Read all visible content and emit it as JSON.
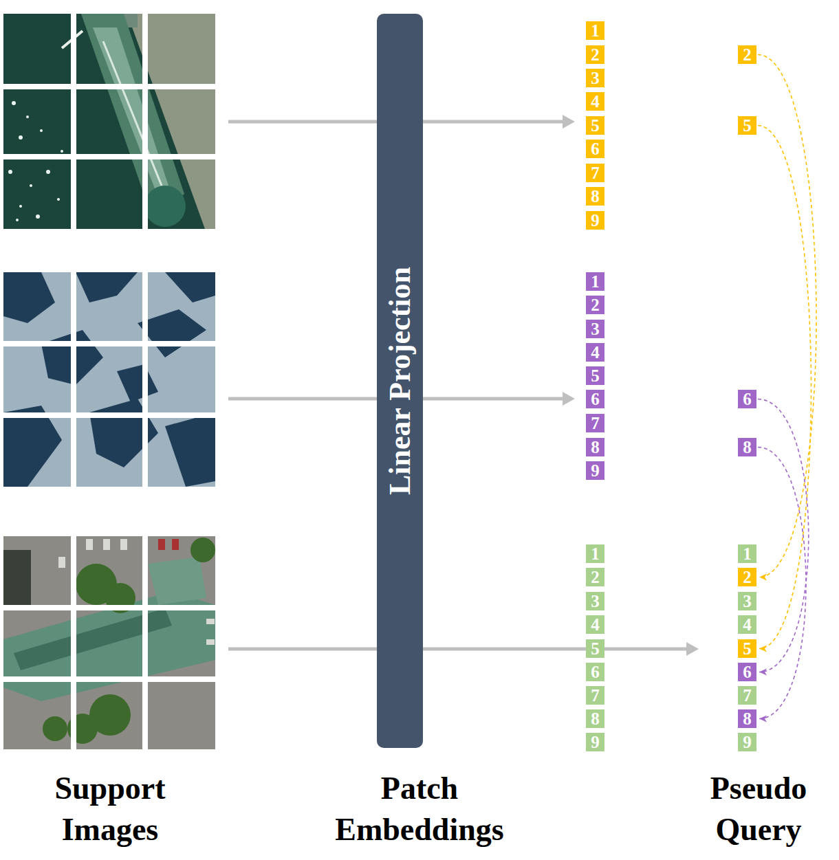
{
  "diagram": {
    "nodes": [
      {
        "text": [
          "Linear Projection"
        ]
      },
      {
        "text": [
          "1"
        ]
      },
      {
        "text": [
          "2"
        ]
      },
      {
        "text": [
          "3"
        ]
      },
      {
        "text": [
          "4"
        ]
      },
      {
        "text": [
          "5"
        ]
      },
      {
        "text": [
          "6"
        ]
      },
      {
        "text": [
          "7"
        ]
      },
      {
        "text": [
          "8"
        ]
      },
      {
        "text": [
          "9"
        ]
      },
      {
        "text": [
          "1"
        ]
      },
      {
        "text": [
          "2"
        ]
      },
      {
        "text": [
          "3"
        ]
      },
      {
        "text": [
          "4"
        ]
      },
      {
        "text": [
          "5"
        ]
      },
      {
        "text": [
          "6"
        ]
      },
      {
        "text": [
          "7"
        ]
      },
      {
        "text": [
          "8"
        ]
      },
      {
        "text": [
          "9"
        ]
      },
      {
        "text": [
          "1"
        ]
      },
      {
        "text": [
          "2"
        ]
      },
      {
        "text": [
          "3"
        ]
      },
      {
        "text": [
          "4"
        ]
      },
      {
        "text": [
          "5"
        ]
      },
      {
        "text": [
          "6"
        ]
      },
      {
        "text": [
          "7"
        ]
      },
      {
        "text": [
          "8"
        ]
      },
      {
        "text": [
          "9"
        ]
      },
      {
        "text": [
          "2"
        ]
      },
      {
        "text": [
          "5"
        ]
      },
      {
        "text": [
          "6"
        ]
      },
      {
        "text": [
          "8"
        ]
      },
      {
        "text": [
          "1"
        ]
      },
      {
        "text": [
          "2"
        ]
      },
      {
        "text": [
          "3"
        ]
      },
      {
        "text": [
          "4"
        ]
      },
      {
        "text": [
          "5"
        ]
      },
      {
        "text": [
          "6"
        ]
      },
      {
        "text": [
          "7"
        ]
      },
      {
        "text": [
          "8"
        ]
      },
      {
        "text": [
          "9"
        ]
      }
    ],
    "edges": [
      {
        "from": 28,
        "to": 33,
        "arrow": "to"
      },
      {
        "from": 29,
        "to": 36,
        "arrow": "to"
      },
      {
        "from": 30,
        "to": 37,
        "arrow": "to"
      },
      {
        "from": 31,
        "to": 39,
        "arrow": "to"
      }
    ],
    "labels": [
      "Support Images",
      "Patch Embeddings",
      "Pseudo Query"
    ]
  }
}
